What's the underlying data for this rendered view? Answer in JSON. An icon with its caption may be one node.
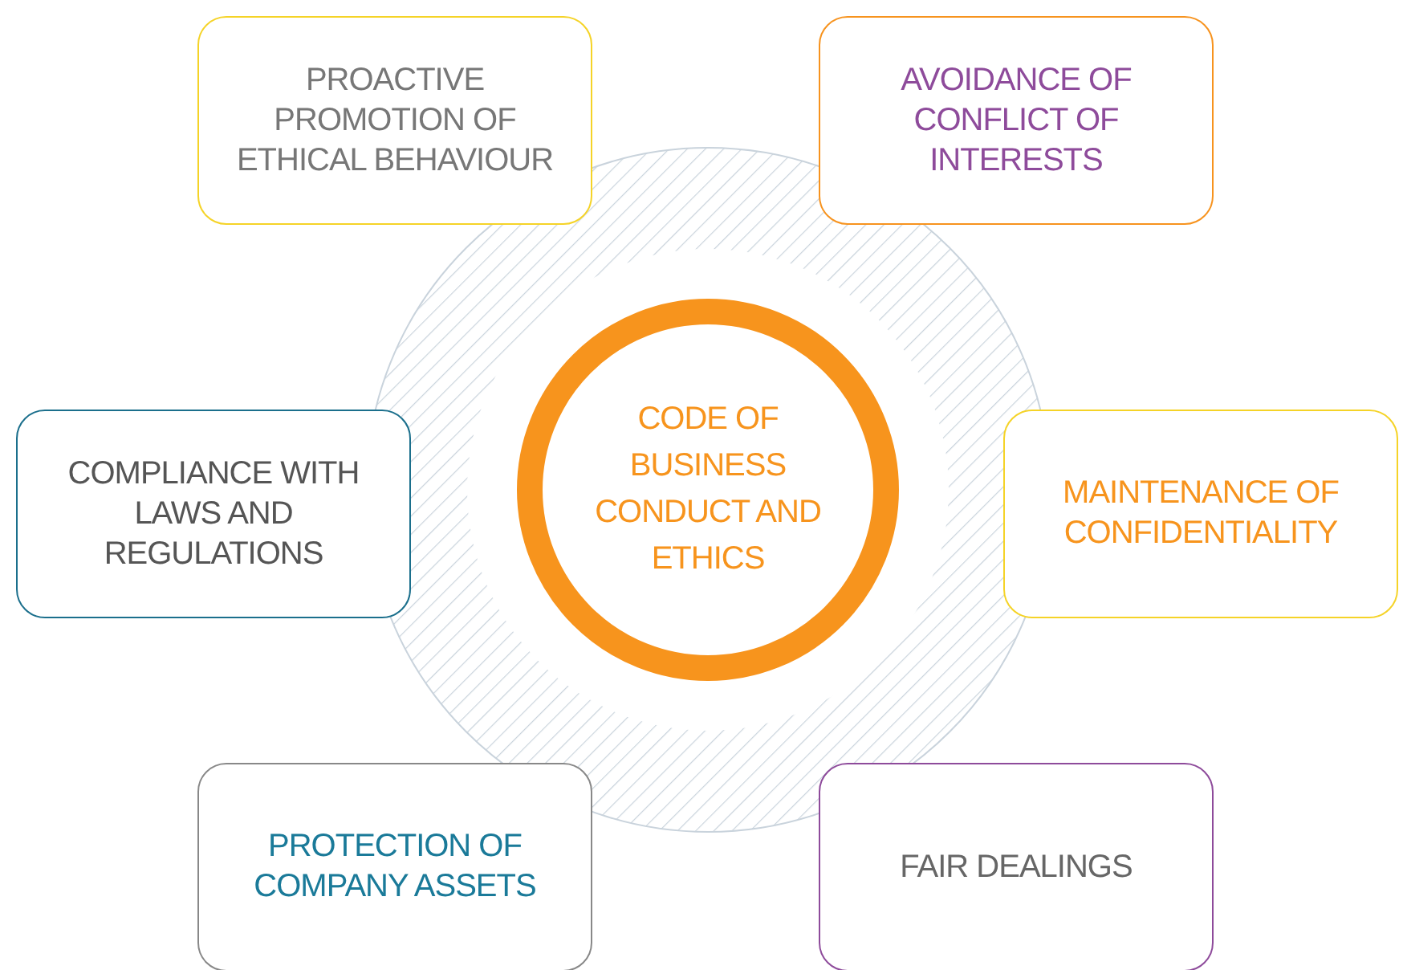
{
  "diagram": {
    "nodes": [
      {
        "text": [
          "PROACTIVE PROMOTION OF ETHICAL BEHAVIOUR"
        ]
      },
      {
        "text": [
          "AVOIDANCE OF CONFLICT OF INTERESTS"
        ]
      },
      {
        "text": [
          "COMPLIANCE WITH LAWS AND REGULATIONS"
        ]
      },
      {
        "text": [
          "CODE OF BUSINESS CONDUCT AND ETHICS"
        ]
      },
      {
        "text": [
          "MAINTENANCE OF CONFIDENTIALITY"
        ]
      },
      {
        "text": [
          "PROTECTION OF COMPANY ASSETS"
        ]
      },
      {
        "text": [
          "FAIR DEALINGS"
        ]
      }
    ],
    "edges": []
  }
}
